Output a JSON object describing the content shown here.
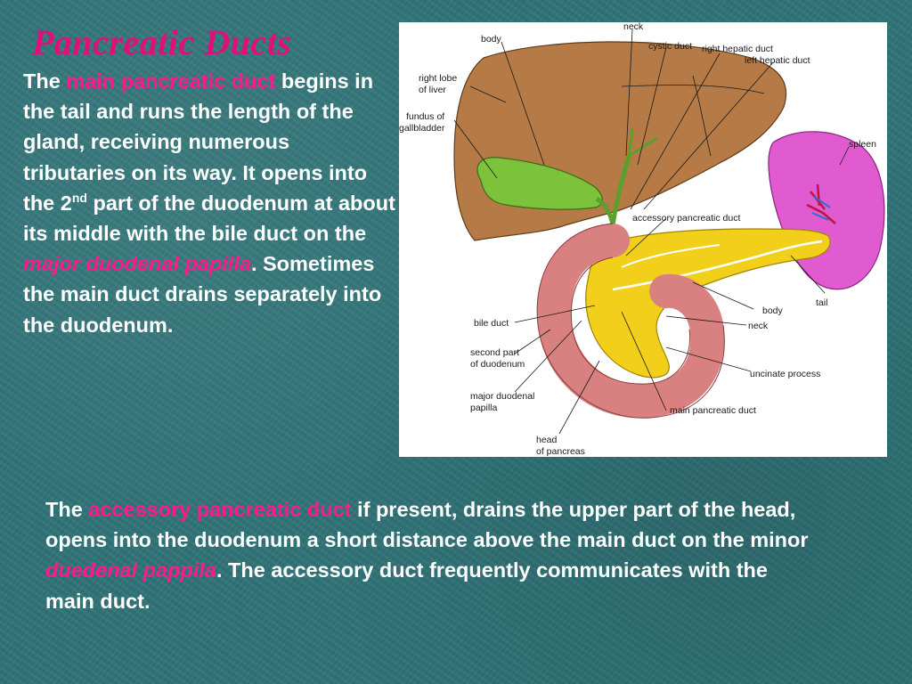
{
  "title": "Pancreatic Ducts",
  "main_para": {
    "p1": "The ",
    "hl1": "main pancreatic duct",
    "p2": " begins in the tail and runs the length of the gland, receiving numerous tributaries on its way. It opens into the 2",
    "sup": "nd",
    "p3": " part of the duodenum at about its middle with the bile duct on the ",
    "hl2": "major duodenal papilla",
    "p4": ". Sometimes the main duct drains separately into the duodenum."
  },
  "accessory_para": {
    "p1": "The ",
    "hl1": "accessory pancreatic duct",
    "p2": " if  present, drains the upper part of the head, opens into the duodenum a short distance above the main duct on the minor ",
    "hl2": "duedenal pappila",
    "p3": ". The accessory duct frequently communicates with the main duct."
  },
  "figure": {
    "labels": {
      "neck_top": "neck",
      "body_top": "body",
      "cystic_duct": "cystic duct",
      "right_hepatic_duct": "right hepatic duct",
      "left_hepatic_duct": "left hepatic duct",
      "right_lobe_1": "right lobe",
      "right_lobe_2": "of liver",
      "fundus_1": "fundus of",
      "fundus_2": "gallbladder",
      "spleen": "spleen",
      "accessory_pancreatic_duct": "accessory pancreatic duct",
      "tail": "tail",
      "body": "body",
      "neck": "neck",
      "bile_duct": "bile duct",
      "second_part_1": "second part",
      "second_part_2": "of duodenum",
      "uncinate_process": "uncinate process",
      "major_papilla_1": "major duodenal",
      "major_papilla_2": "papilla",
      "main_pancreatic_duct": "main pancreatic duct",
      "head_1": "head",
      "head_2": "of pancreas"
    },
    "colors": {
      "liver": "#b57a45",
      "gallbladder": "#7cc23a",
      "spleen": "#e05ad0",
      "pancreas": "#f2cf1a",
      "duodenum": "#d98080"
    }
  }
}
